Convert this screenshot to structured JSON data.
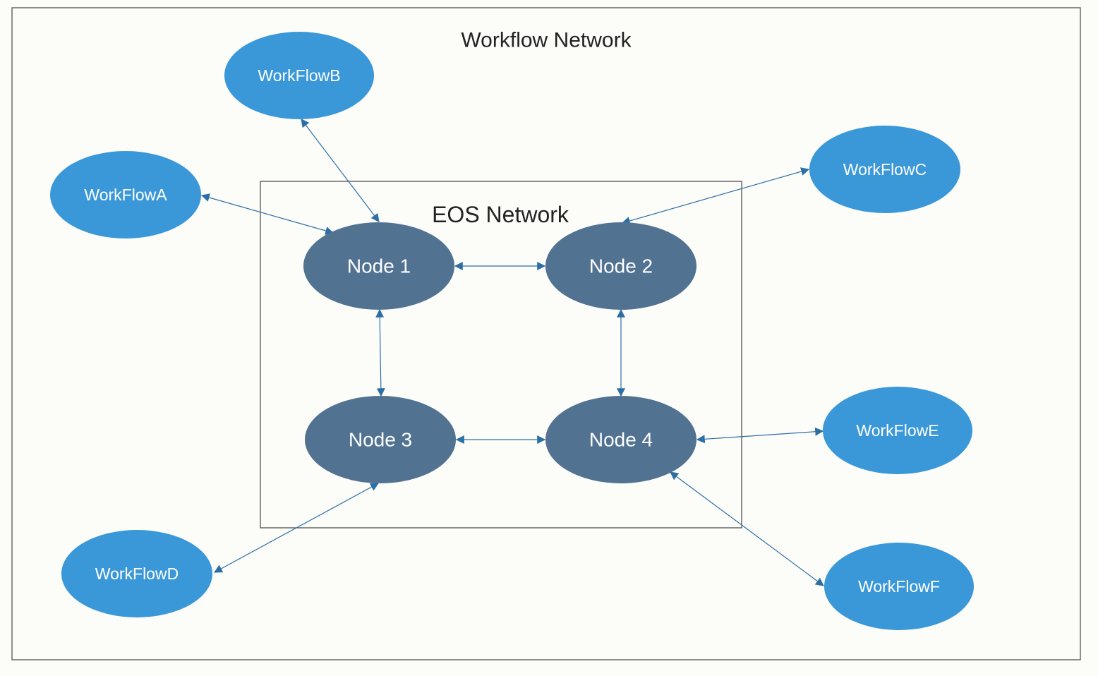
{
  "diagram": {
    "outer_title": "Workflow Network",
    "inner_title": "EOS Network",
    "nodes": [
      {
        "id": "node1",
        "label": "Node 1"
      },
      {
        "id": "node2",
        "label": "Node 2"
      },
      {
        "id": "node3",
        "label": "Node 3"
      },
      {
        "id": "node4",
        "label": "Node 4"
      }
    ],
    "workflows": [
      {
        "id": "wfA",
        "label": "WorkFlowA"
      },
      {
        "id": "wfB",
        "label": "WorkFlowB"
      },
      {
        "id": "wfC",
        "label": "WorkFlowC"
      },
      {
        "id": "wfD",
        "label": "WorkFlowD"
      },
      {
        "id": "wfE",
        "label": "WorkFlowE"
      },
      {
        "id": "wfF",
        "label": "WorkFlowF"
      }
    ],
    "edges": [
      {
        "from": "node1",
        "to": "node2"
      },
      {
        "from": "node3",
        "to": "node4"
      },
      {
        "from": "node1",
        "to": "node3"
      },
      {
        "from": "node2",
        "to": "node4"
      },
      {
        "from": "wfA",
        "to": "node1"
      },
      {
        "from": "wfB",
        "to": "node1"
      },
      {
        "from": "wfC",
        "to": "node2"
      },
      {
        "from": "wfD",
        "to": "node3"
      },
      {
        "from": "wfE",
        "to": "node4"
      },
      {
        "from": "wfF",
        "to": "node4"
      }
    ],
    "colors": {
      "node_fill": "#527292",
      "workflow_fill": "#3a98d8",
      "edge": "#2d6ea4",
      "frame": "#333333",
      "background": "#fcfcf9"
    }
  }
}
